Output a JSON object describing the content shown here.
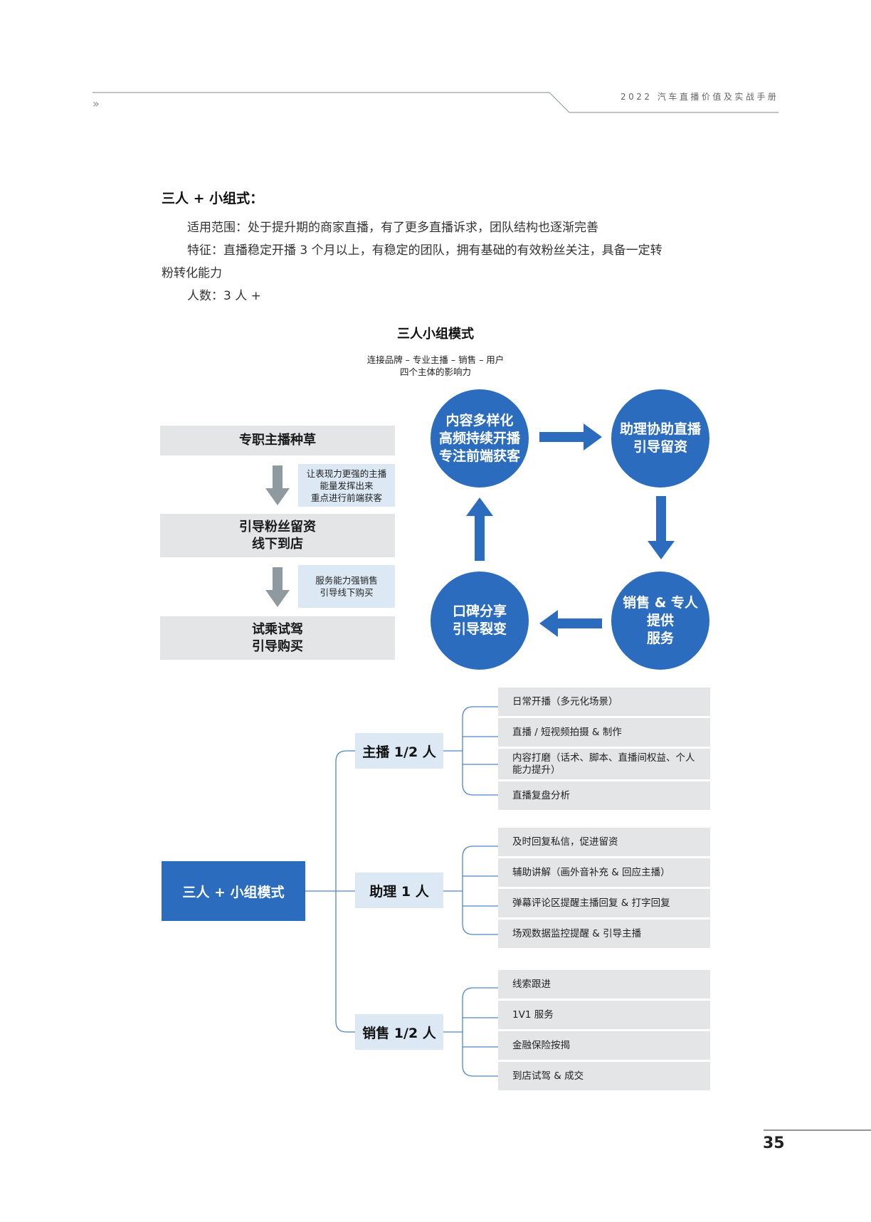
{
  "header": {
    "doc_title": "2022 汽车直播价值及实战手册",
    "chevron": "››"
  },
  "section": {
    "title": "三人 + 小组式：",
    "scope": "适用范围：处于提升期的商家直播，有了更多直播诉求，团队结构也逐渐完善",
    "features_line1": "特征：直播稳定开播 3 个月以上，有稳定的团队，拥有基础的有效粉丝关注，具备一定转",
    "features_line2": "粉转化能力",
    "headcount": "人数：3 人 +"
  },
  "diagram": {
    "title": "三人小组模式",
    "subtitle_line1": "连接品牌 – 专业主播 – 销售 – 用户",
    "subtitle_line2": "四个主体的影响力",
    "flow": {
      "step1": "专职主播种草",
      "note1_line1": "让表现力更强的主播",
      "note1_line2": "能量发挥出来",
      "note1_line3": "重点进行前端获客",
      "step2_line1": "引导粉丝留资",
      "step2_line2": "线下到店",
      "note2_line1": "服务能力强销售",
      "note2_line2": "引导线下购买",
      "step3_line1": "试乘试驾",
      "step3_line2": "引导购买"
    },
    "cycle": {
      "c1_line1": "内容多样化",
      "c1_line2": "高频持续开播",
      "c1_line3": "专注前端获客",
      "c2_line1": "助理协助直播",
      "c2_line2": "引导留资",
      "c3_line1": "销售 & 专人",
      "c3_line2": "提供",
      "c3_line3": "服务",
      "c4_line1": "口碑分享",
      "c4_line2": "引导裂变"
    },
    "colors": {
      "primary_blue": "#2b6cbf",
      "light_blue": "#dce9f5",
      "gray": "#e4e5e6",
      "gray_arrow": "#8f9aa0"
    }
  },
  "tree": {
    "root": "三人 + 小组模式",
    "groups": [
      {
        "label": "主播 1/2 人",
        "items": [
          "日常开播（多元化场景）",
          "直播 / 短视频拍摄 & 制作",
          "内容打磨（话术、脚本、直播间权益、个人",
          "直播复盘分析"
        ],
        "item3_line2": "能力提升）"
      },
      {
        "label": "助理 1 人",
        "items": [
          "及时回复私信，促进留资",
          "辅助讲解（画外音补充 & 回应主播）",
          "弹幕评论区提醒主播回复 & 打字回复",
          "场观数据监控提醒 & 引导主播"
        ]
      },
      {
        "label": "销售 1/2 人",
        "items": [
          "线索跟进",
          "1V1 服务",
          "金融保险按揭",
          "到店试驾 & 成交"
        ]
      }
    ]
  },
  "page_number": "35"
}
